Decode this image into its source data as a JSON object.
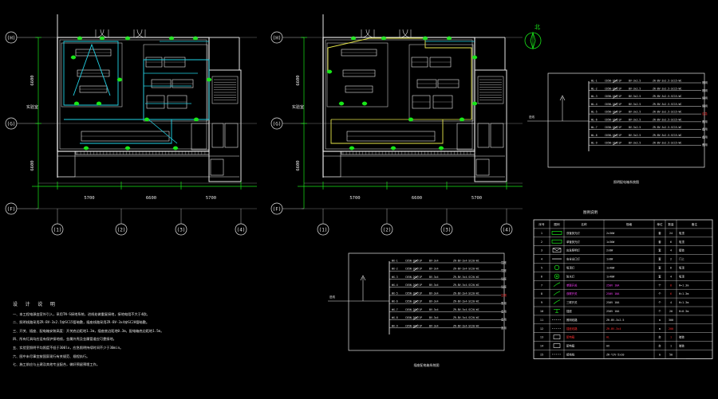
{
  "plan_left": {
    "grid_rows": [
      "(H)",
      "(G)",
      "(F)"
    ],
    "grid_cols": [
      "(1)",
      "(2)",
      "(3)",
      "(4)"
    ],
    "dims_vertical": [
      "6600",
      "6600"
    ],
    "dims_horizontal": [
      "5700",
      "6600",
      "5700"
    ],
    "room_label": "实验室"
  },
  "plan_right": {
    "grid_rows": [
      "(H)",
      "(G)",
      "(F)"
    ],
    "grid_cols": [
      "(1)",
      "(2)",
      "(3)",
      "(4)"
    ],
    "dims_vertical": [
      "6600",
      "6600"
    ],
    "dims_horizontal": [
      "5700",
      "6600",
      "5700"
    ],
    "room_label": "实验室"
  },
  "north_label": "北",
  "panel_top": {
    "caption": "照明配电箱系统图",
    "incoming": "进线",
    "circuits": [
      {
        "id": "WL-1",
        "breaker": "C65N-16A/1P",
        "cable": "BV-3x2.5",
        "desc": "ZR-BV-3x2.5-SC15-WC",
        "tag": "照明"
      },
      {
        "id": "WL-2",
        "breaker": "C65N-16A/1P",
        "cable": "BV-3x2.5",
        "desc": "ZR-BV-3x2.5-SC15-WC",
        "tag": "照明"
      },
      {
        "id": "WL-3",
        "breaker": "C65N-16A/1P",
        "cable": "BV-3x2.5",
        "desc": "ZR-BV-3x2.5-SC15-WC",
        "tag": "照明"
      },
      {
        "id": "WL-4",
        "breaker": "C65N-16A/1P",
        "cable": "BV-3x2.5",
        "desc": "ZR-BV-3x2.5-SC15-WC",
        "tag": "照明"
      },
      {
        "id": "WL-5",
        "breaker": "C65N-16A/1P",
        "cable": "BV-3x2.5",
        "desc": "ZR-BV-3x2.5-SC15-WC",
        "tag": "应急"
      },
      {
        "id": "WL-6",
        "breaker": "C65N-16A/1P",
        "cable": "BV-3x2.5",
        "desc": "ZR-BV-3x2.5-SC15-WC",
        "tag": "备用"
      },
      {
        "id": "WL-7",
        "breaker": "C65N-16A/1P",
        "cable": "BV-3x2.5",
        "desc": "ZR-BV-3x2.5-SC15-WC",
        "tag": "备用"
      },
      {
        "id": "WL-8",
        "breaker": "C65N-16A/1P",
        "cable": "BV-3x2.5",
        "desc": "ZR-BV-3x2.5-SC15-WC",
        "tag": "备用"
      },
      {
        "id": "WL-9",
        "breaker": "C65N-16A/1P",
        "cable": "BV-3x2.5",
        "desc": "ZR-BV-3x2.5-SC15-WC",
        "tag": "备用"
      }
    ]
  },
  "panel_bottom": {
    "caption": "插座配电箱系统图",
    "incoming": "进线",
    "circuits": [
      {
        "id": "WX-1",
        "breaker": "C65N-20A/1P",
        "cable": "BV-3x4",
        "desc": "ZR-BV-3x4-SC20-WC",
        "tag": "插座"
      },
      {
        "id": "WX-2",
        "breaker": "C65N-20A/1P",
        "cable": "BV-3x4",
        "desc": "ZR-BV-3x4-SC20-WC",
        "tag": "插座"
      },
      {
        "id": "WX-3",
        "breaker": "C65N-20A/1P",
        "cable": "BV-3x4",
        "desc": "ZR-BV-3x4-SC20-WC",
        "tag": "插座"
      },
      {
        "id": "WX-4",
        "breaker": "C65N-20A/1P",
        "cable": "BV-3x4",
        "desc": "ZR-BV-3x4-SC20-WC",
        "tag": "插座"
      },
      {
        "id": "WX-5",
        "breaker": "C65N-20A/1P",
        "cable": "BV-3x4",
        "desc": "ZR-BV-3x4-SC20-WC",
        "tag": "空调"
      },
      {
        "id": "WX-6",
        "breaker": "C65N-20A/1P",
        "cable": "BV-3x4",
        "desc": "ZR-BV-3x4-SC20-WC",
        "tag": "备用"
      },
      {
        "id": "WX-7",
        "breaker": "C65N-20A/1P",
        "cable": "BV-3x4",
        "desc": "ZR-BV-3x4-SC20-WC",
        "tag": "备用"
      },
      {
        "id": "WX-8",
        "breaker": "C65N-20A/1P",
        "cable": "BV-3x4",
        "desc": "ZR-BV-3x4-SC20-WC",
        "tag": "备用"
      },
      {
        "id": "WX-9",
        "breaker": "C65N-20A/1P",
        "cable": "BV-3x4",
        "desc": "ZR-BV-3x4-SC20-WC",
        "tag": "备用"
      }
    ]
  },
  "legend": {
    "title": "图例说明",
    "headers": [
      "序号",
      "图例",
      "名称",
      "规格",
      "单位",
      "数量",
      "备注"
    ],
    "rows": [
      {
        "no": "1",
        "name": "双管荧光灯",
        "spec": "2x36W",
        "unit": "套",
        "qty": "24",
        "note": "吸顶"
      },
      {
        "no": "2",
        "name": "单管荧光灯",
        "spec": "1x36W",
        "unit": "套",
        "qty": "6",
        "note": "吸顶"
      },
      {
        "no": "3",
        "name": "应急照明灯",
        "spec": "2x8W",
        "unit": "套",
        "qty": "4",
        "note": "壁装"
      },
      {
        "no": "4",
        "name": "安全出口灯",
        "spec": "1x8W",
        "unit": "套",
        "qty": "2",
        "note": "门上"
      },
      {
        "no": "5",
        "name": "吸顶灯",
        "spec": "1x40W",
        "unit": "套",
        "qty": "6",
        "note": "吸顶"
      },
      {
        "no": "6",
        "name": "防水灯",
        "spec": "1x40W",
        "unit": "套",
        "qty": "4",
        "note": "吸顶"
      },
      {
        "no": "7",
        "name": "单联开关",
        "spec": "250V 10A",
        "unit": "个",
        "qty": "8",
        "note": "H=1.3m"
      },
      {
        "no": "8",
        "name": "双联开关",
        "spec": "250V 10A",
        "unit": "个",
        "qty": "6",
        "note": "H=1.3m"
      },
      {
        "no": "9",
        "name": "三联开关",
        "spec": "250V 10A",
        "unit": "个",
        "qty": "4",
        "note": "H=1.3m"
      },
      {
        "no": "10",
        "name": "插座",
        "spec": "250V 10A",
        "unit": "个",
        "qty": "20",
        "note": "H=0.3m"
      },
      {
        "no": "11",
        "name": "照明线路",
        "spec": "ZR-BV-3x2.5",
        "unit": "m",
        "qty": "300",
        "note": ""
      },
      {
        "no": "12",
        "name": "插座线路",
        "spec": "ZR-BV-3x4",
        "unit": "m",
        "qty": "200",
        "note": ""
      },
      {
        "no": "13",
        "name": "配电箱",
        "spec": "AL",
        "unit": "台",
        "qty": "1",
        "note": "暗装"
      },
      {
        "no": "14",
        "name": "配电箱",
        "spec": "AX",
        "unit": "台",
        "qty": "1",
        "note": "暗装"
      },
      {
        "no": "15",
        "name": "接地线",
        "spec": "ZR-YJV-5x10",
        "unit": "m",
        "qty": "50",
        "note": ""
      }
    ]
  },
  "notes": {
    "title": "设 计 说 明",
    "lines": [
      "一、本工程电源由室外引入，采用TN-S接地系统，进线处做重复接地，接地电阻不大于4欧。",
      "二、照明线路采用ZR-BV-3x2.5穿SC15管暗敷，插座线路采用ZR-BV-3x4穿SC20管暗敷。",
      "三、开关、插座、配电箱安装高度：开关底边距地1.3m，插座底边距地0.3m，配电箱底边距地1.5m。",
      "四、所有灯具均应设有保护接地线，金属外壳及金属管道应可靠接地。",
      "五、实验室照明平均照度不低于300lx，应急照明持续时间不少于30min。",
      "六、图中未尽事宜按国家现行有关规范、规程执行。",
      "七、施工前应与土建及其他专业配合，做好预留预埋工作。"
    ]
  }
}
